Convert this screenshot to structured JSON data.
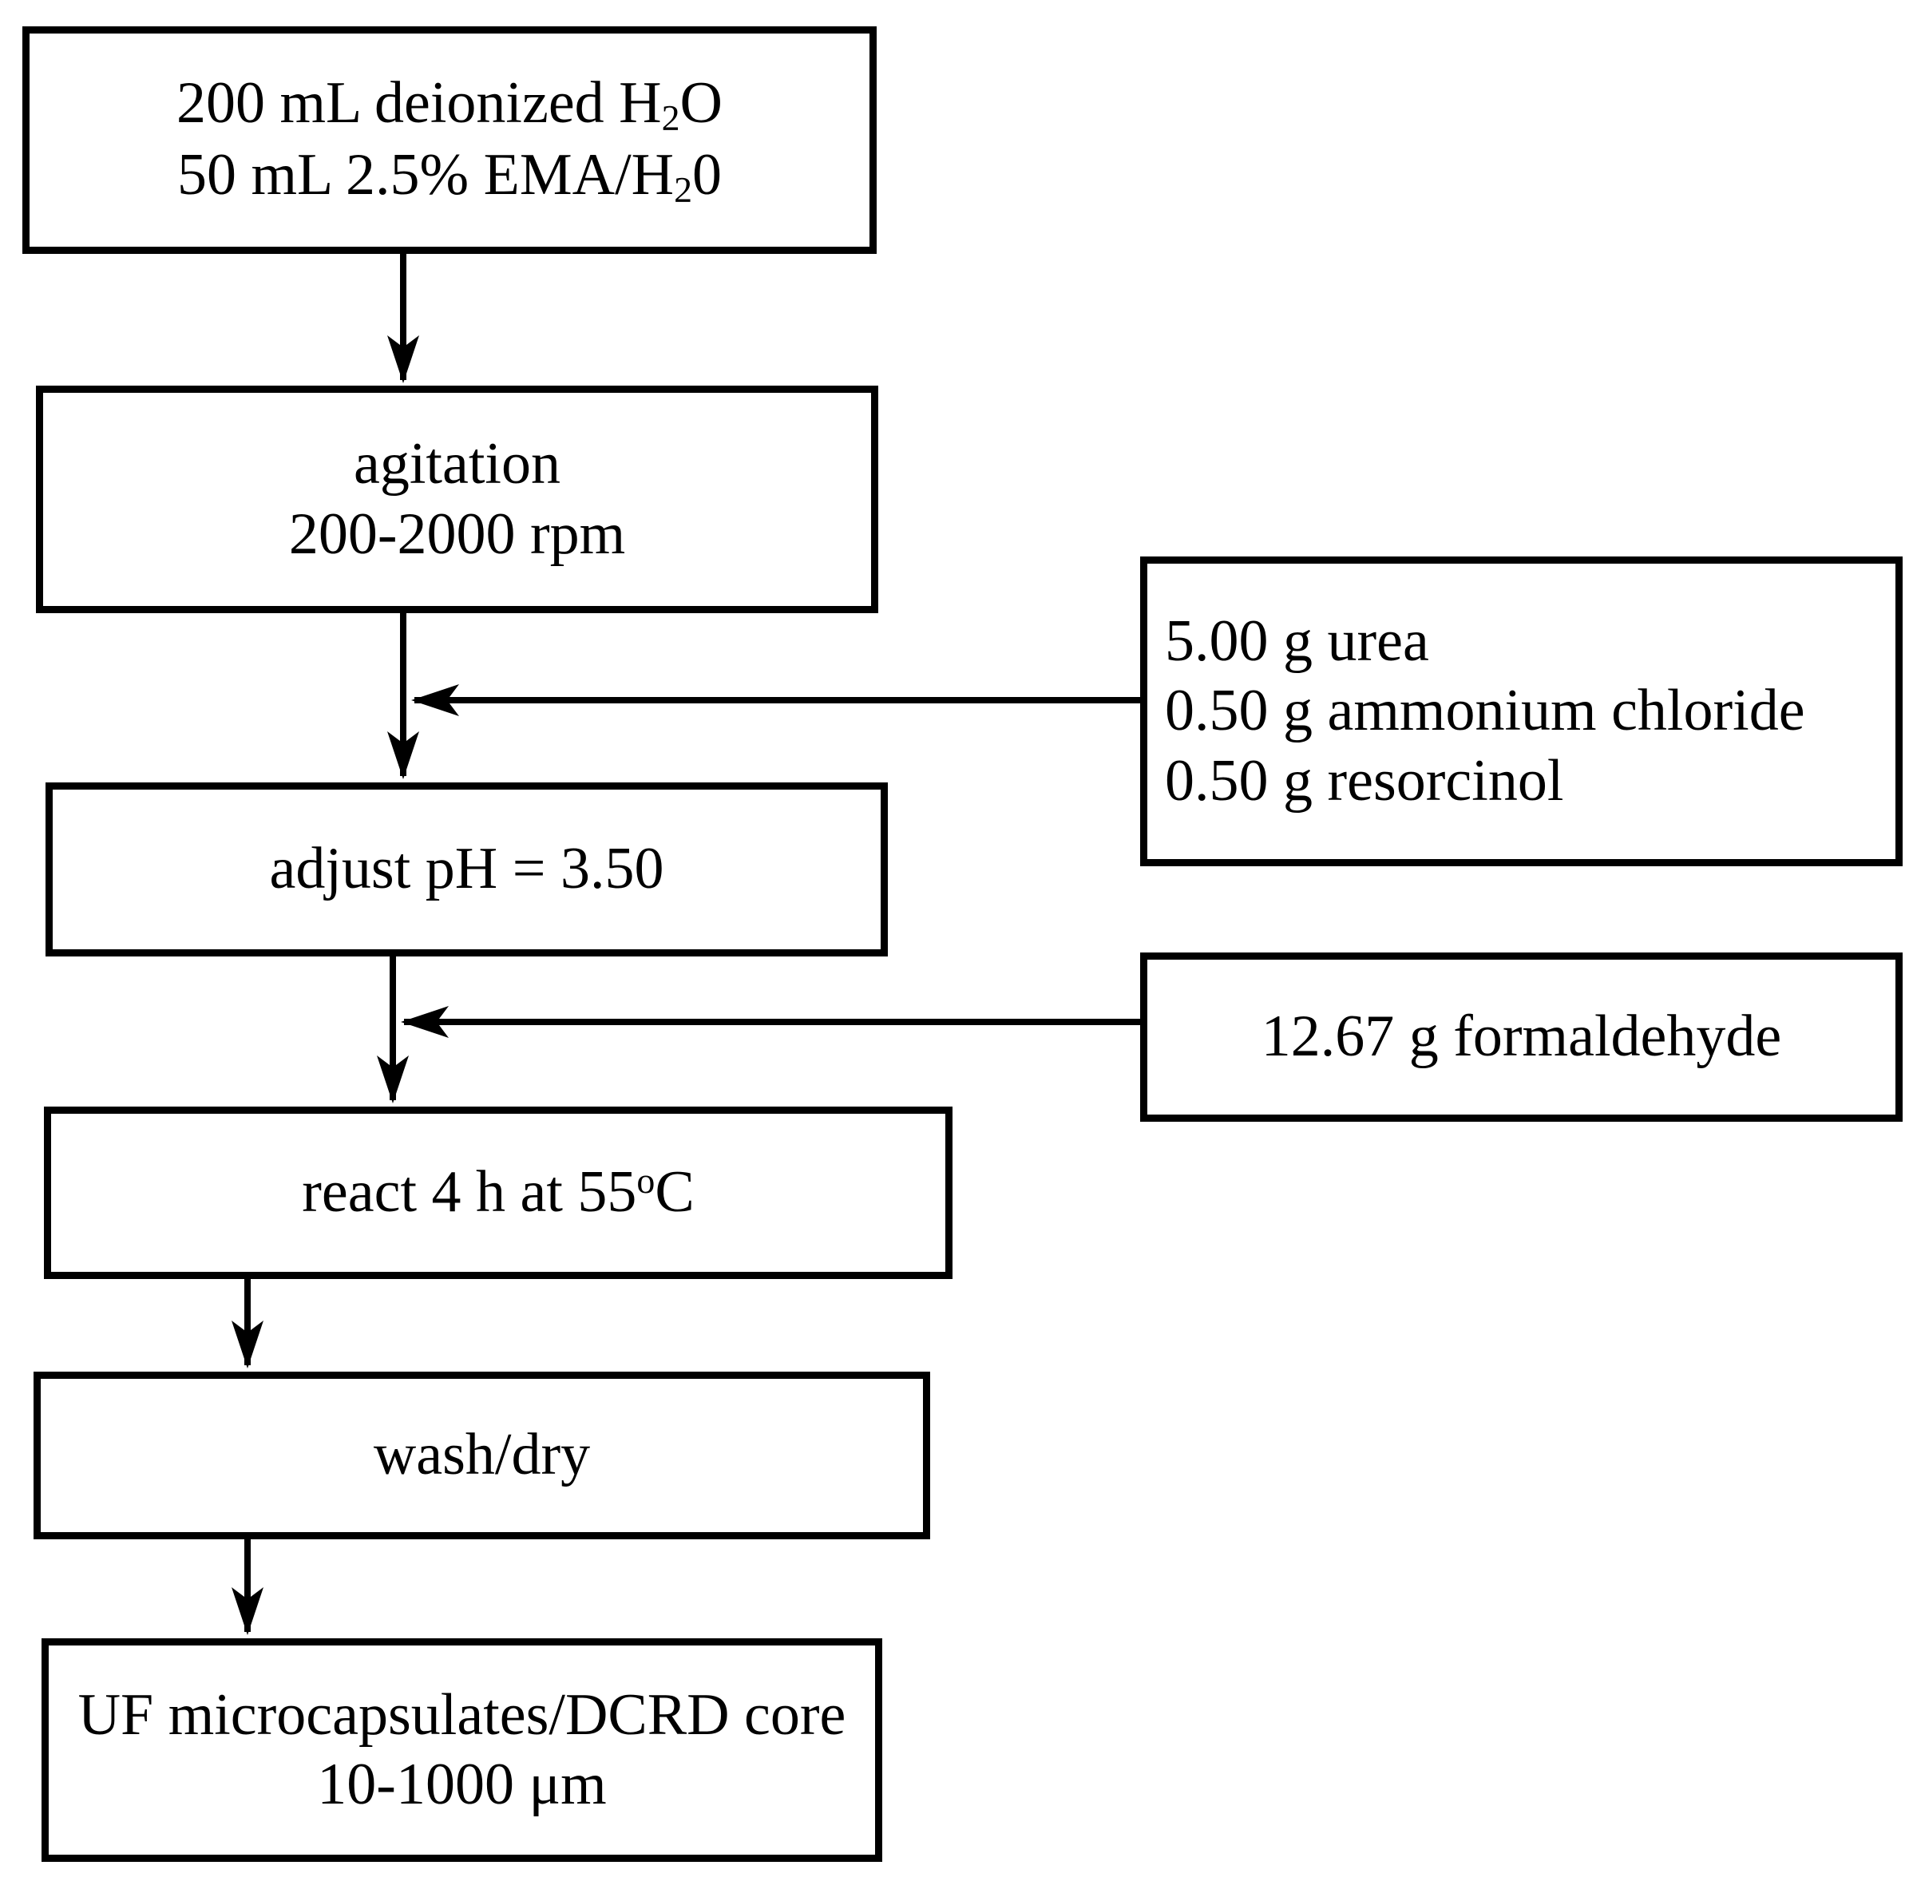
{
  "boxes": {
    "feed": {
      "line1_pre": "200 mL deionized H",
      "line1_sub": "2",
      "line1_post": "O",
      "line2_pre": "50 mL 2.5% EMA/H",
      "line2_sub": "2",
      "line2_post": "0"
    },
    "agitation": {
      "line1": "agitation",
      "line2": "200-2000 rpm"
    },
    "adjust_ph": {
      "line1": "adjust pH = 3.50"
    },
    "react": {
      "pre": "react 4 h at 55",
      "sup": "o",
      "post": "C"
    },
    "wash": {
      "line1": "wash/dry"
    },
    "product": {
      "line1": "UF microcapsulates/DCRD core",
      "line2": "10-1000 μm"
    },
    "urea_mix": {
      "line1": "5.00 g urea",
      "line2": "0.50 g ammonium chloride",
      "line3": "0.50 g resorcinol"
    },
    "formaldehyde": {
      "line1": "12.67 g formaldehyde"
    }
  },
  "colors": {
    "ink": "#000000",
    "background": "#ffffff"
  }
}
